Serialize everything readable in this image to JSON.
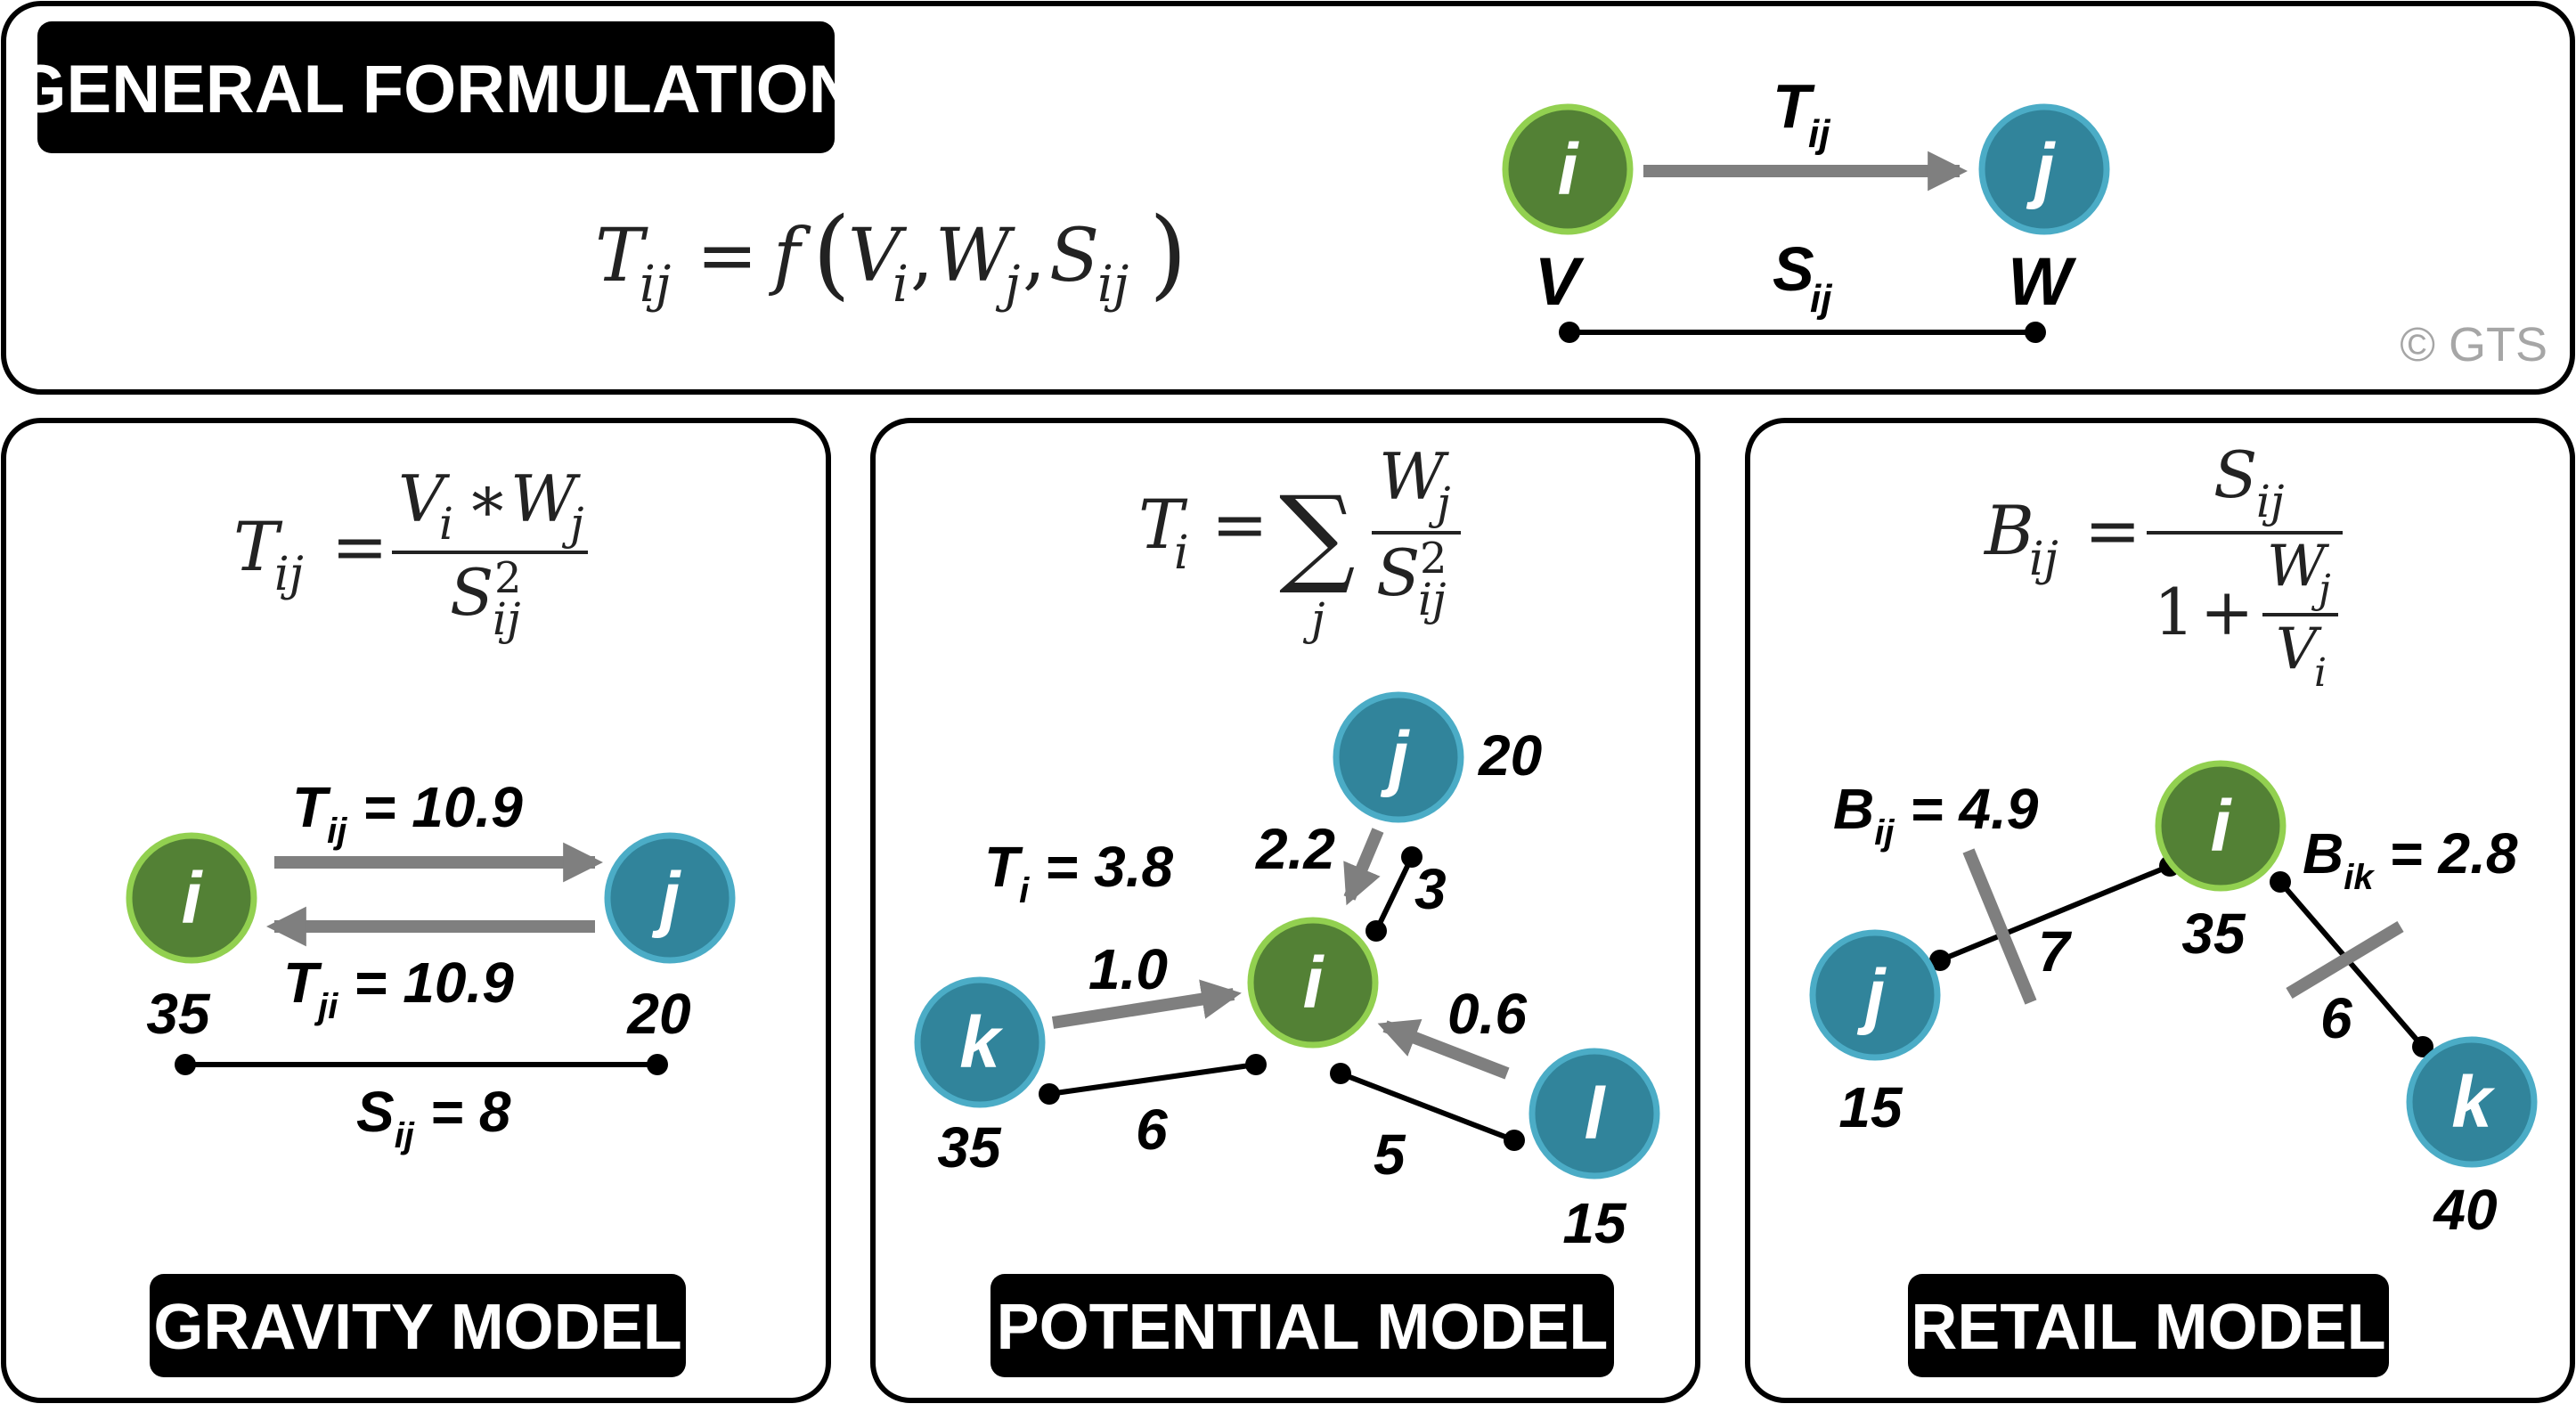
{
  "colors": {
    "node_green": "#538135",
    "node_green_border": "#92d050",
    "node_blue": "#31849b",
    "node_blue_border": "#4bacc6",
    "arrow_gray": "#7f7f7f",
    "panel_border": "#000000",
    "title_bg": "#000000"
  },
  "general": {
    "title": "GENERAL FORMULATION",
    "formula": {
      "lhs": "T",
      "lhs_sub": "ij",
      "eq": "=",
      "f": "f",
      "open": "(",
      "close": ")",
      "v": "V",
      "v_sub": "i",
      "w": "W",
      "w_sub": "j",
      "s": "S",
      "s_sub": "ij",
      "comma": ","
    },
    "node_i": "i",
    "node_j": "j",
    "t_label": "T",
    "t_sub": "ij",
    "v_label": "V",
    "w_label": "W",
    "s_label": "S",
    "s_sub": "ij",
    "copyright": "© GTS"
  },
  "gravity": {
    "title": "GRAVITY MODEL",
    "formula": {
      "lhs": "T",
      "lhs_sub": "ij",
      "eq": "=",
      "num_v": "V",
      "num_v_sub": "i",
      "mult": "∗",
      "num_w": "W",
      "num_w_sub": "j",
      "den": "S",
      "den_sub": "ij",
      "den_sup": "2"
    },
    "node_i": "i",
    "node_j": "j",
    "tij": {
      "t": "T",
      "sub": "ij",
      "val": " = 10.9"
    },
    "tji": {
      "t": "T",
      "sub": "ji",
      "val": " = 10.9"
    },
    "i_value": "35",
    "j_value": "20",
    "sij": {
      "s": "S",
      "sub": "ij",
      "val": " = 8"
    }
  },
  "potential": {
    "title": "POTENTIAL MODEL",
    "formula": {
      "lhs": "T",
      "lhs_sub": "i",
      "eq": "=",
      "sum": "∑",
      "sum_sub": "j",
      "num": "W",
      "num_sub": "j",
      "den": "S",
      "den_sub": "ij",
      "den_sup": "2"
    },
    "node_i": "i",
    "node_j": "j",
    "node_k": "k",
    "node_l": "l",
    "ti": {
      "t": "T",
      "sub": "i",
      "val": " = 3.8"
    },
    "j_value": "20",
    "k_value": "35",
    "l_value": "15",
    "flow_j": "2.2",
    "flow_k": "1.0",
    "flow_l": "0.6",
    "dist_j": "3",
    "dist_k": "6",
    "dist_l": "5"
  },
  "retail": {
    "title": "RETAIL MODEL",
    "formula": {
      "lhs": "B",
      "lhs_sub": "ij",
      "eq": "=",
      "num": "S",
      "num_sub": "ij",
      "one": "1",
      "plus": "+",
      "inner_num": "W",
      "inner_num_sub": "j",
      "inner_den": "V",
      "inner_den_sub": "i"
    },
    "node_i": "i",
    "node_j": "j",
    "node_k": "k",
    "bij": {
      "b": "B",
      "sub": "ij",
      "val": " = 4.9"
    },
    "bik": {
      "b": "B",
      "sub": "ik",
      "val": " = 2.8"
    },
    "i_value": "35",
    "j_value": "15",
    "k_value": "40",
    "dist_ij": "7",
    "dist_ik": "6"
  }
}
